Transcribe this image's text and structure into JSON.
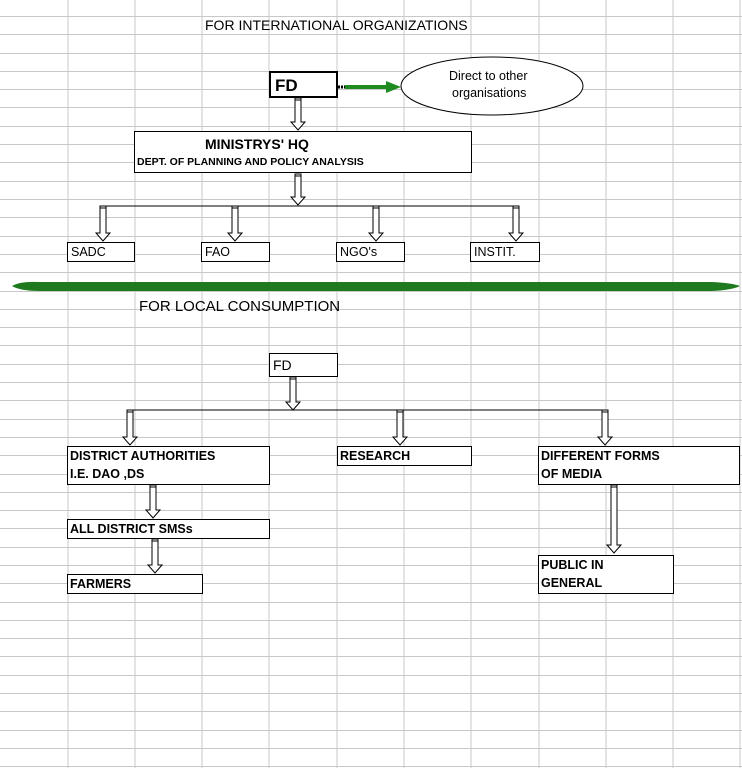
{
  "intl": {
    "heading": "FOR INTERNATIONAL ORGANIZATIONS",
    "fd": "FD",
    "direct_line1": "Direct to other",
    "direct_line2": "organisations",
    "ministry_title": "MINISTRYS' HQ",
    "ministry_dept": "DEPT. OF PLANNING AND POLICY ANALYSIS",
    "targets": [
      "SADC",
      "FAO",
      "NGO's",
      "INSTIT."
    ]
  },
  "local": {
    "heading": "FOR  LOCAL CONSUMPTION",
    "fd": "FD",
    "district_line1": "DISTRICT AUTHORITIES",
    "district_line2": "I.E. DAO ,DS",
    "research": "RESEARCH",
    "media_line1": "DIFFERENT FORMS",
    "media_line2": "OF MEDIA",
    "sms": "ALL DISTRICT SMSs",
    "farmers": "FARMERS",
    "public_line1": "PUBLIC IN",
    "public_line2": "GENERAL"
  },
  "colors": {
    "grid": "#c8c8c8",
    "divider_green": "#1f7a1f",
    "arrow_green": "#1f8a1f"
  }
}
